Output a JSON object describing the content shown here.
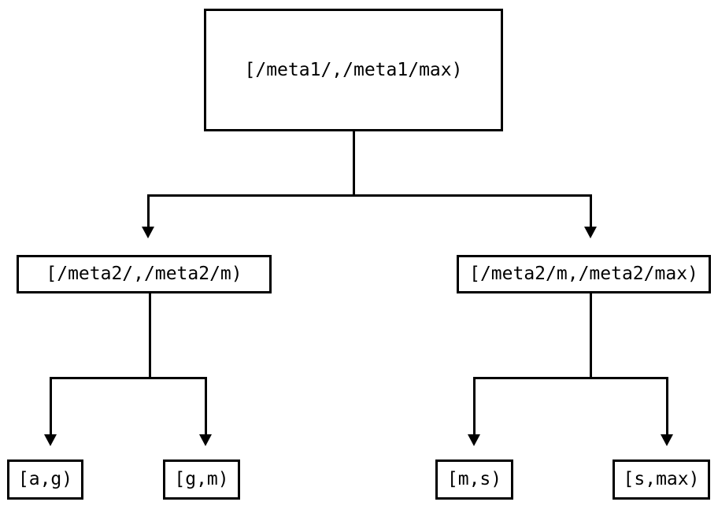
{
  "diagram": {
    "type": "tree",
    "background_color": "#ffffff",
    "stroke_color": "#000000",
    "text_color": "#000000",
    "levels": 3,
    "nodes": {
      "root": {
        "label": "[/meta1/,/meta1/max)",
        "level": 0
      },
      "level2": [
        {
          "id": "l2-left",
          "label": "[/meta2/,/meta2/m)",
          "level": 1
        },
        {
          "id": "l2-right",
          "label": "[/meta2/m,/meta2/max)",
          "level": 1
        }
      ],
      "leaves": [
        {
          "id": "leaf-ag",
          "label": "[a,g)",
          "level": 2,
          "parent": "l2-left"
        },
        {
          "id": "leaf-gm",
          "label": "[g,m)",
          "level": 2,
          "parent": "l2-left"
        },
        {
          "id": "leaf-ms",
          "label": "[m,s)",
          "level": 2,
          "parent": "l2-right"
        },
        {
          "id": "leaf-smax",
          "label": "[s,max)",
          "level": 2,
          "parent": "l2-right"
        }
      ]
    },
    "edges": [
      {
        "from": "root",
        "to": "l2-left",
        "arrow": "down"
      },
      {
        "from": "root",
        "to": "l2-right",
        "arrow": "down"
      },
      {
        "from": "l2-left",
        "to": "leaf-ag",
        "arrow": "down"
      },
      {
        "from": "l2-left",
        "to": "leaf-gm",
        "arrow": "down"
      },
      {
        "from": "l2-right",
        "to": "leaf-ms",
        "arrow": "down"
      },
      {
        "from": "l2-right",
        "to": "leaf-smax",
        "arrow": "down"
      }
    ]
  }
}
